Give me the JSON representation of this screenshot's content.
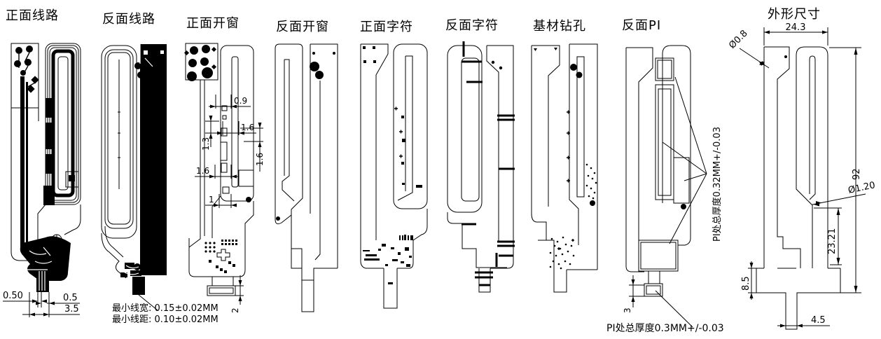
{
  "drawing": {
    "background": "#ffffff",
    "ink": "#000000",
    "panels": {
      "front_circuit": {
        "title": "正面线路",
        "dim_gap": "0.50",
        "dim_tail_trace": "0.5",
        "dim_tail_width": "3.5"
      },
      "back_circuit": {
        "title": "反面线路",
        "note_min_trace_width": "最小线宽: 0.15±0.02MM",
        "note_min_trace_space": "最小线距: 0.10±0.02MM"
      },
      "front_window": {
        "title": "正面开窗",
        "dim_a": "0.9",
        "dim_b": "1.6",
        "dim_c": "1.3",
        "dim_d": "1.6",
        "dim_e": "1.6",
        "dim_f": "1",
        "dim_g": "2"
      },
      "back_window": {
        "title": "反面开窗"
      },
      "front_silkscreen": {
        "title": "正面字符"
      },
      "back_silkscreen": {
        "title": "反面字符"
      },
      "substrate_drill": {
        "title": "基材钻孔"
      },
      "back_pi": {
        "title": "反面PI",
        "dim_tail": "3",
        "note_side": "PI处总厚度0.32MM+/-0.03",
        "note_bottom": "PI处总厚度0.3MM+/-0.03"
      },
      "outline_dims": {
        "title": "外形尺寸",
        "dim_hole_small": "Ø0.8",
        "dim_width_top": "24.3",
        "dim_height": "92",
        "dim_hole_large": "Ø1.20",
        "dim_segment": "23.21",
        "dim_tail_height": "8.5",
        "dim_tail_width": "4.5"
      }
    }
  }
}
